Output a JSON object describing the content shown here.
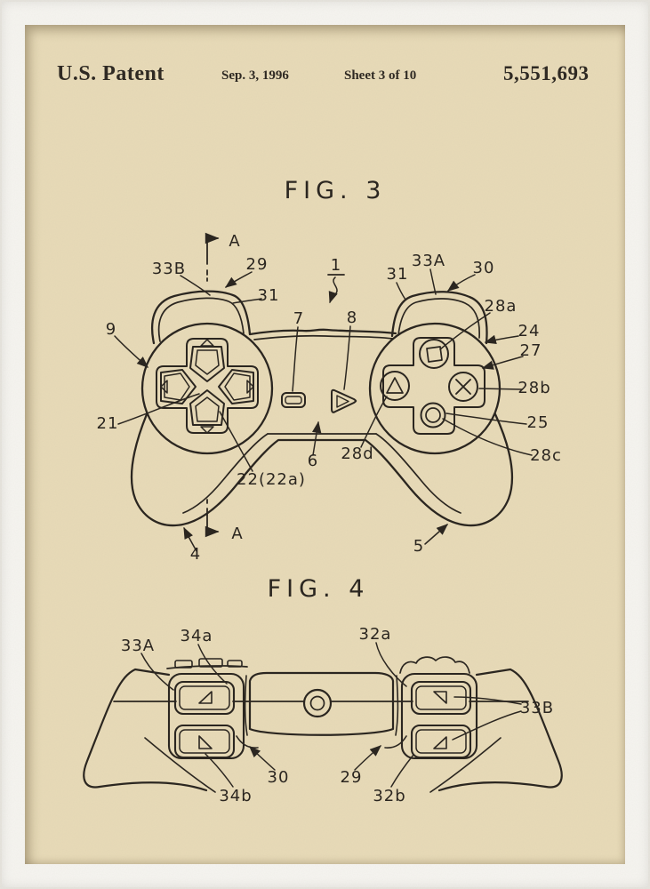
{
  "header": {
    "title": "U.S. Patent",
    "date": "Sep. 3, 1996",
    "sheet": "Sheet 3 of 10",
    "patent_number": "5,551,693"
  },
  "figure3": {
    "title": "FIG. 3",
    "labels": [
      "A",
      "33B",
      "29",
      "31",
      "1",
      "31",
      "33A",
      "30",
      "7",
      "8",
      "9",
      "28a",
      "24",
      "27",
      "28b",
      "21",
      "25",
      "6",
      "28d",
      "28c",
      "22(22a)",
      "A",
      "4",
      "5"
    ]
  },
  "figure4": {
    "title": "FIG. 4",
    "labels": [
      "33A",
      "34a",
      "32a",
      "33B",
      "30",
      "29",
      "32b",
      "34b"
    ]
  },
  "colors": {
    "paper": "#e8dbb8",
    "ink": "#2b2620",
    "frame": "#f6f5f1"
  }
}
